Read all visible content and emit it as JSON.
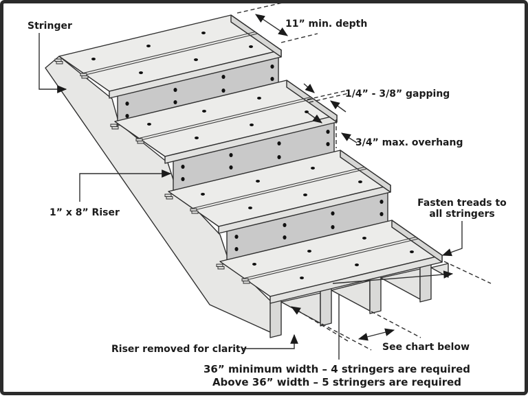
{
  "diagram": {
    "labels": {
      "stringer": "Stringer",
      "min_depth": "11” min. depth",
      "gapping": "1/4” - 3/8” gapping",
      "overhang": "3/4” max. overhang",
      "riser_size": "1” x 8” Riser",
      "fasten_line1": "Fasten treads to",
      "fasten_line2": "all stringers",
      "riser_removed": "Riser removed for clarity",
      "see_chart": "See chart below",
      "width_rule_line1": "36” minimum width – 4 stringers are required",
      "width_rule_line2": "Above 36” width – 5 stringers are required"
    },
    "colors": {
      "background": "#ffffff",
      "frame_bar": "#2b2b2b",
      "outline": "#2f2f2f",
      "tread_top": "#ececea",
      "tread_front": "#e2e2e0",
      "board_end": "#d7d7d5",
      "riser_face": "#c9c9c9",
      "stringer_side": "#e7e7e5",
      "post_front": "#d9d9d7",
      "web_side": "#e4e4e2",
      "screw": "#111111",
      "text": "#1b1b1b"
    }
  }
}
